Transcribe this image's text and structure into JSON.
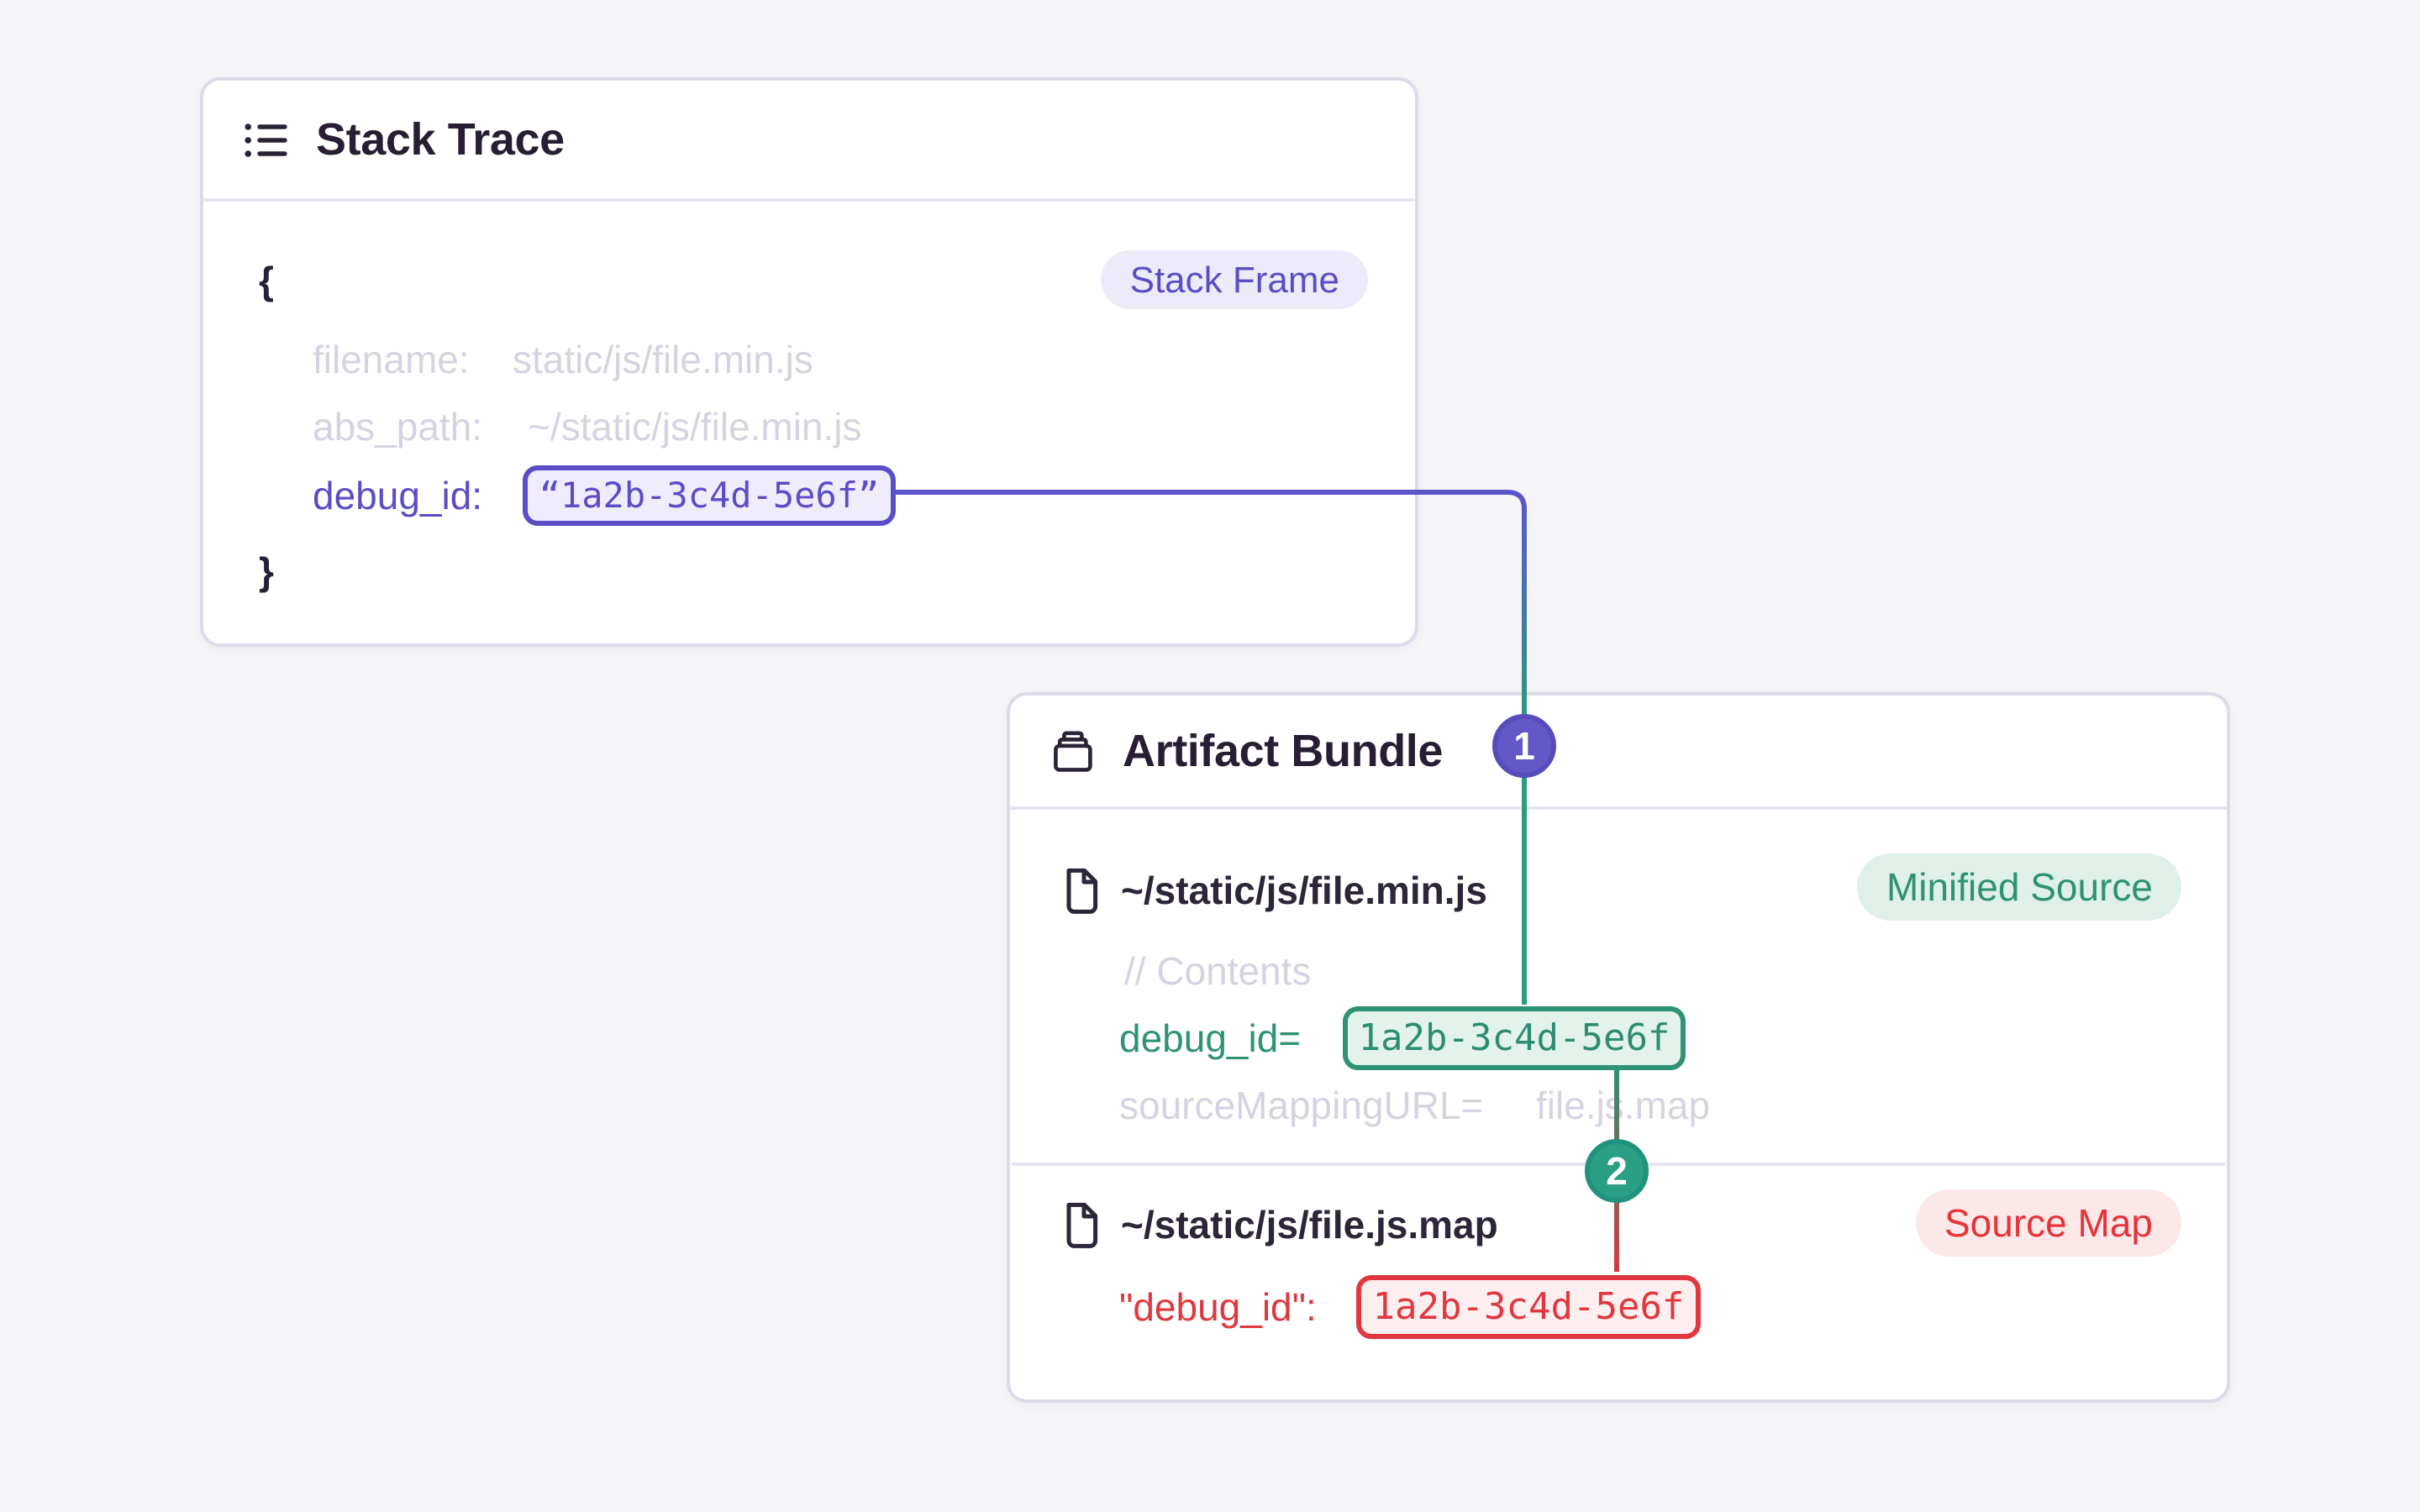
{
  "colors": {
    "accent_purple": "#5a4dc6",
    "accent_green": "#2e9274",
    "accent_red": "#e0383e",
    "connector_purple": "#5b55c9",
    "connector_teal": "#2b9b81",
    "connector_red": "#d23b40",
    "muted_text": "#d6d2e2"
  },
  "stack_trace": {
    "title": "Stack Trace",
    "frame_badge": "Stack Frame",
    "brace_open": "{",
    "brace_close": "}",
    "filename_key": "filename:",
    "filename_value": "static/js/file.min.js",
    "abs_path_key": "abs_path:",
    "abs_path_value": "~/static/js/file.min.js",
    "debug_id_key": "debug_id:",
    "debug_id_value": "“1a2b-3c4d-5e6f”"
  },
  "artifact_bundle": {
    "title": "Artifact Bundle",
    "minified": {
      "name": "~/static/js/file.min.js",
      "badge": "Minified Source",
      "comment": "// Contents",
      "debug_id_key": "debug_id=",
      "debug_id_value": "1a2b-3c4d-5e6f",
      "source_mapping_key": "sourceMappingURL=",
      "source_mapping_value": "file.js.map"
    },
    "source_map": {
      "name": "~/static/js/file.js.map",
      "badge": "Source Map",
      "debug_id_key": "\"debug_id\":",
      "debug_id_value": "1a2b-3c4d-5e6f"
    }
  },
  "connectors": {
    "step1": "1",
    "step2": "2"
  }
}
